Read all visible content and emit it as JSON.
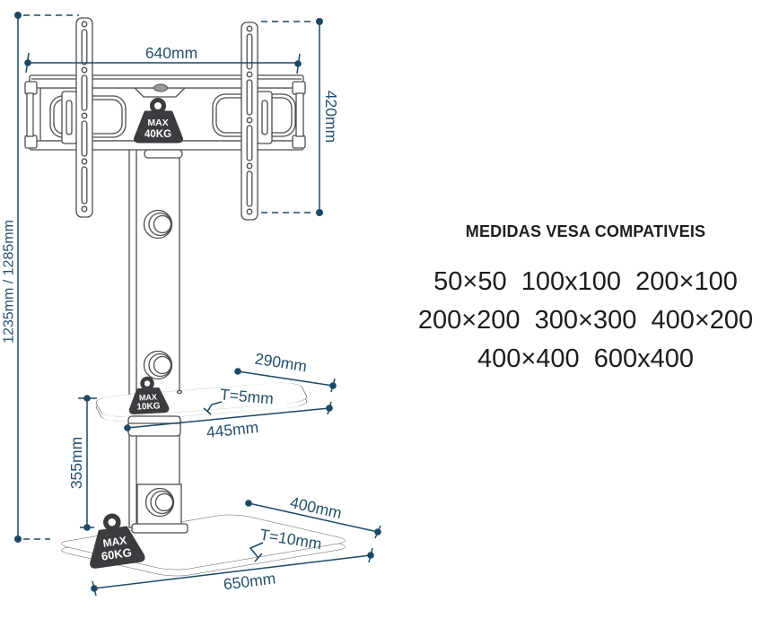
{
  "diagram": {
    "dimensions": {
      "height_range": "1235mm / 1285mm",
      "bracket_width": "640mm",
      "bracket_height": "420mm",
      "shelf_depth": "290mm",
      "shelf_thickness": "T=5mm",
      "shelf_width": "445mm",
      "shelf_clearance": "355mm",
      "base_depth": "400mm",
      "base_thickness": "T=10mm",
      "base_width": "650mm"
    },
    "badges": {
      "mount": {
        "line1": "MAX",
        "line2": "40KG"
      },
      "shelf": {
        "line1": "MAX",
        "line2": "10KG"
      },
      "base": {
        "line1": "MAX",
        "line2": "60KG"
      }
    },
    "colors": {
      "dimension_line": "#1c4863",
      "dimension_text": "#24506b",
      "linework": "#4d4d4d",
      "badge_fill": "#3a3c3f",
      "text": "#1d1d1d",
      "background": "#ffffff"
    }
  },
  "vesa": {
    "title": "MEDIDAS VESA COMPATIVEIS",
    "rows": [
      "50×50  100x100  200×100",
      "200×200  300×300  400×200",
      "400×400  600x400"
    ]
  }
}
